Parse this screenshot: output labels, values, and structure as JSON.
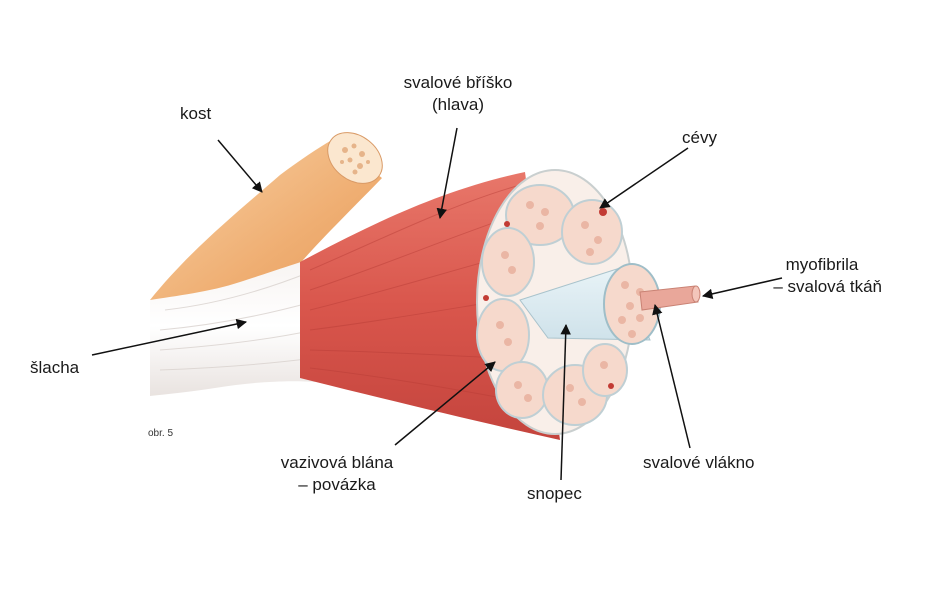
{
  "figure_caption": "obr. 5",
  "labels": {
    "kost": "kost",
    "brisko_line1": "svalové bříško",
    "brisko_line2": "(hlava)",
    "cevy": "cévy",
    "myofibrila_line1": "myofibrila",
    "myofibrila_line2": "– svalová tkáň",
    "slacha": "šlacha",
    "vazivova_line1": "vazivová blána",
    "vazivova_line2": "– povázka",
    "snopec": "snopec",
    "svalove_vlakno": "svalové vlákno"
  },
  "colors": {
    "muscle": "#d9564c",
    "muscle_dark": "#b73c36",
    "bone": "#f2b77e",
    "tendon": "#f3f0ee",
    "fascicle": "#f6d9cc",
    "fiber_inner": "#eab6a4",
    "myofibril": "#e9a79a",
    "arrow": "#111111"
  }
}
